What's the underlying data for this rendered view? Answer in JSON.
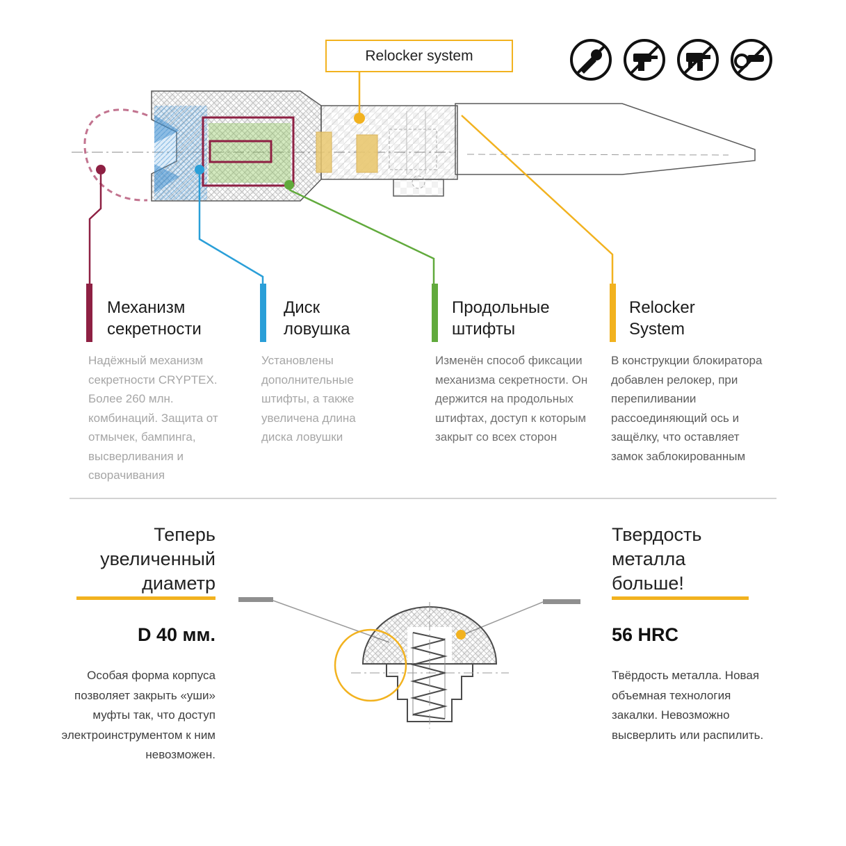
{
  "accent_colors": {
    "yellow": "#F2B21F",
    "maroon": "#8E2043",
    "blue": "#2A9FD8",
    "green": "#61AA3C"
  },
  "diagram": {
    "relocker_box_label": "Relocker system",
    "prohibition_icons": [
      {
        "name": "no-drilling-bit"
      },
      {
        "name": "no-drill"
      },
      {
        "name": "no-hammer-drill"
      },
      {
        "name": "no-angle-grinder"
      }
    ]
  },
  "features": [
    {
      "title": "Механизм секретности",
      "color": "#8E2043",
      "description": "Надёжный механизм секретности CRYPTEX. Более 260 млн. комбинаций. Защита от отмычек, бампинга, высверливания и сворачивания"
    },
    {
      "title": "Диск ловушка",
      "color": "#2A9FD8",
      "description": "Установлены дополнительные штифты, а также увеличена длина диска ловушки"
    },
    {
      "title": "Продольные штифты",
      "color": "#61AA3C",
      "description": "Изменён способ фиксации механизма секретности. Он держится на продольных штифтах, доступ к которым закрыт со всех сторон"
    },
    {
      "title": "Relocker System",
      "color": "#F2B21F",
      "description": "В конструкции блокиратора добавлен релокер, при перепиливании рассоединяющий ось и защёлку, что оставляет замок заблокированным"
    }
  ],
  "bottom": {
    "left": {
      "title": "Теперь увеличенный диаметр",
      "value": "D 40 мм.",
      "description": "Особая форма корпуса позволяет закрыть «уши» муфты так, что доступ электроинструментом к ним невозможен."
    },
    "right": {
      "title": "Твердость металла больше!",
      "value": "56 HRC",
      "description": "Твёрдость металла. Новая объемная технология закалки. Невозможно высверлить или распилить."
    }
  }
}
